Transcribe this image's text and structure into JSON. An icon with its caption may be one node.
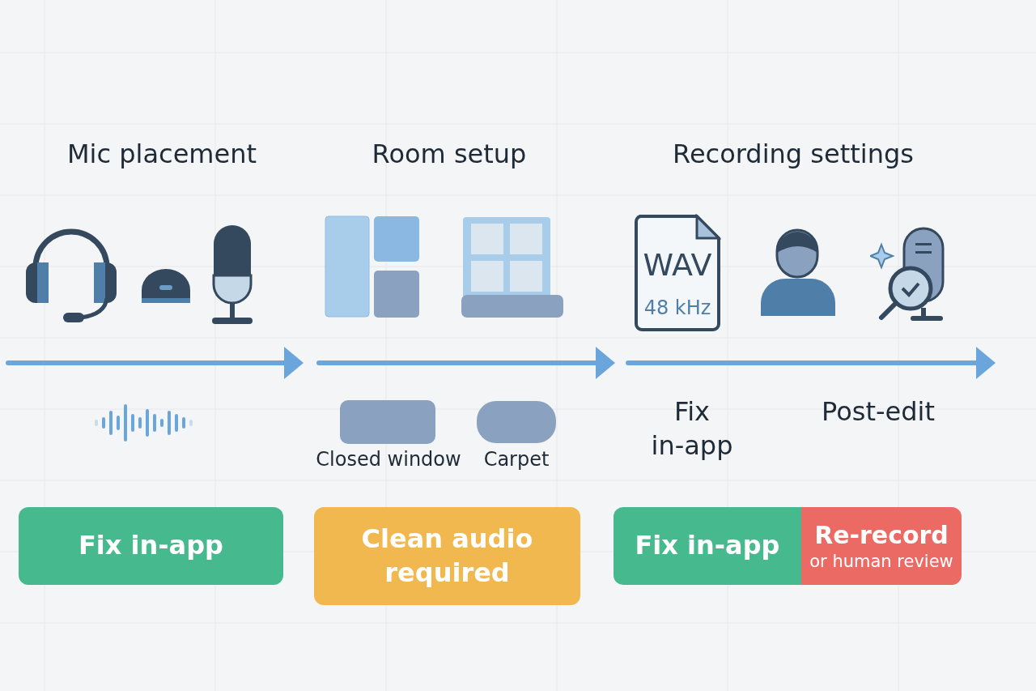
{
  "diagram": {
    "nodes": [
      {
        "text": [
          "WAV",
          "48 kHz"
        ]
      },
      {
        "text": [],
        "shape": "box",
        "beside": [
          "Closed window"
        ]
      },
      {
        "text": [],
        "shape": "box",
        "beside": [
          "Carpet"
        ]
      },
      {
        "text": [
          "Fix in-app"
        ]
      },
      {
        "text": [
          "Clean audio required"
        ]
      },
      {
        "text": [
          "Fix in-app"
        ]
      },
      {
        "text": [
          "Re-record",
          "or human review"
        ]
      }
    ],
    "labels": [
      "Mic placement",
      "Room setup",
      "Recording settings",
      "Fix in-app",
      "Post-edit"
    ]
  }
}
